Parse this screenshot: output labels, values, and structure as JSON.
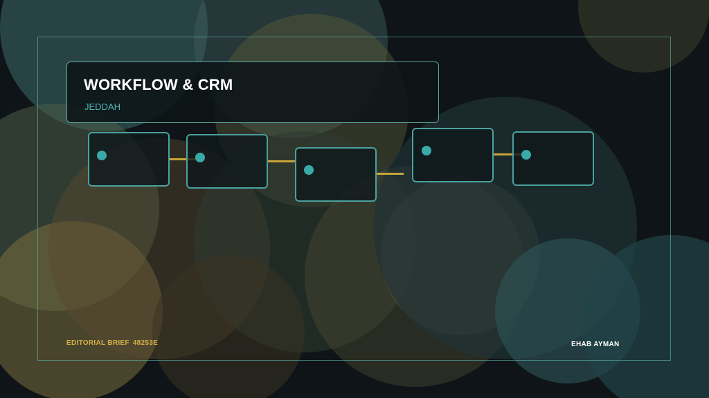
{
  "slide": {
    "title": "WORKFLOW & CRM",
    "subtitle": "JEDDAH",
    "footer": {
      "label": "EDITORIAL BRIEF",
      "code": "48253E",
      "author": "EHAB AYMAN"
    }
  },
  "workflow": {
    "step_count": 5,
    "connector_count": 4
  },
  "colors": {
    "background": "#0e1417",
    "node_border": "#4aa29e",
    "node_dot": "#39aaa8",
    "connector": "#c9a43a",
    "subtitle": "#4fb6b2",
    "footer_label": "#d4b04b",
    "text": "#ffffff"
  }
}
